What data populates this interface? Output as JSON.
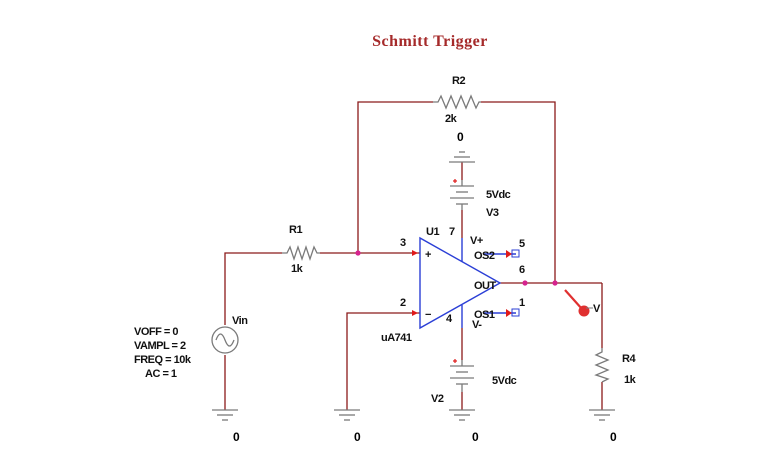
{
  "title": "Schmitt Trigger",
  "components": {
    "r1": {
      "name": "R1",
      "value": "1k"
    },
    "r2": {
      "name": "R2",
      "value": "2k"
    },
    "r4": {
      "name": "R4",
      "value": "1k"
    },
    "v2": {
      "name": "V2",
      "value": "5Vdc"
    },
    "v3": {
      "name": "V3",
      "value": "5Vdc"
    },
    "vin": {
      "name": "Vin",
      "params": [
        "VOFF = 0",
        "VAMPL = 2",
        "FREQ = 10k",
        "AC = 1"
      ]
    },
    "opamp": {
      "ref": "U1",
      "part": "uA741",
      "plus": "+",
      "minus": "−",
      "pins": {
        "in_plus": "3",
        "in_minus": "2",
        "vpos": "7",
        "vneg": "4",
        "out": "6",
        "os2": "5",
        "os1": "1"
      },
      "pin_labels": {
        "vpos": "V+",
        "vneg": "V-",
        "out": "OUT",
        "os2": "OS2",
        "os1": "OS1"
      }
    }
  },
  "ground_labels": [
    "0",
    "0",
    "0",
    "0",
    "0"
  ],
  "probe_label": "V",
  "colors": {
    "wire": "#8b1a1a",
    "component": "#7a7a7a",
    "opamp": "#2b3fd6",
    "node_dot": "#d6238f",
    "pin_marker": "#e01a1a",
    "probe": "#e03030",
    "title": "#a52a2a"
  }
}
